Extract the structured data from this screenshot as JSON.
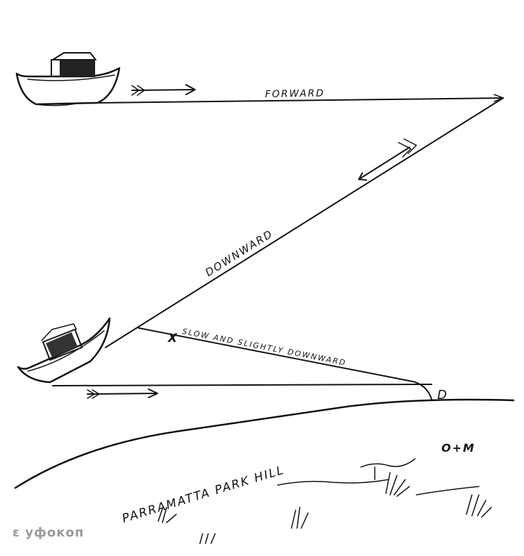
{
  "labels": {
    "forward": "FORWARD",
    "downward": "DOWNWARD",
    "slow_downward": "SLOW AND SLIGHTLY DOWNWARD",
    "point_x": "X",
    "point_d": "D",
    "hill": "PARRAMATTA PARK HILL",
    "initials": "O+M"
  },
  "watermark": "ε уфокоп"
}
